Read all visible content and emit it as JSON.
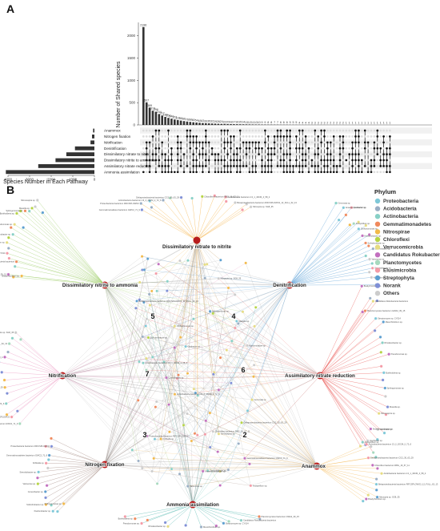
{
  "panel_a": {
    "letter": "A",
    "y_axis_title": "Number of Shared species",
    "x_axis_title": "Species Number in Each Pathway",
    "y_ticks": [
      "0",
      "500",
      "1000",
      "1500",
      "2000"
    ],
    "x_ticks": [
      "4000",
      "3000",
      "2000",
      "1000",
      "0"
    ],
    "pathways": [
      "Anammox",
      "Nitrogen fixation",
      "Nitrification",
      "Denitrification",
      "Dissimilatory nitrate to nitrite",
      "Dissimilatory nitrite to ammonia",
      "Assimilatory nitrate reduction",
      "Ammonia assimilation"
    ]
  },
  "chart_data": {
    "type": "bar",
    "intersection_values": [
      2196,
      507,
      389,
      319,
      296,
      244,
      212,
      180,
      158,
      140,
      122,
      110,
      98,
      86,
      76,
      68,
      60,
      54,
      48,
      43,
      39,
      35,
      32,
      29,
      26,
      24,
      22,
      20,
      18,
      17,
      16,
      15,
      14,
      13,
      12,
      11,
      10,
      10,
      9,
      9,
      8,
      8,
      7,
      7,
      6,
      6,
      6,
      5,
      5,
      5,
      4,
      4,
      4,
      4,
      3,
      3,
      3,
      3,
      3,
      2,
      2,
      2,
      2,
      2,
      2,
      1,
      1,
      1,
      1,
      1,
      1,
      1,
      1,
      1,
      1,
      1,
      1,
      1,
      1,
      1
    ],
    "intersection_labels_shown": [
      "2196",
      "507",
      "389",
      "319",
      "296",
      "244",
      "212",
      "180",
      "158",
      "140"
    ],
    "ylim": [
      0,
      2300
    ],
    "set_sizes": [
      60,
      110,
      180,
      900,
      1300,
      1800,
      2600,
      4100
    ],
    "set_xlim": [
      4000,
      0
    ]
  },
  "panel_b": {
    "letter": "B",
    "hubs": [
      {
        "id": "dnn",
        "label": "Dissimilatory nitrate to nitrite"
      },
      {
        "id": "dna",
        "label": "Dissimilatory nitrite to ammonia"
      },
      {
        "id": "den",
        "label": "Denitrification"
      },
      {
        "id": "nit",
        "label": "Nitrification"
      },
      {
        "id": "asr",
        "label": "Assimilatory nitrate reduction"
      },
      {
        "id": "nfx",
        "label": "Nitrogen fixation"
      },
      {
        "id": "anx",
        "label": "Anammox"
      },
      {
        "id": "amm",
        "label": "Ammonia assimilation"
      }
    ],
    "region_numbers": [
      "5",
      "4",
      "7",
      "6",
      "3",
      "2"
    ],
    "species_labels": [
      "Gemmatimonadetes bacterium GWC2_71_9",
      "Proteobacteria bacterium RIFCSPLOWO2",
      "Actinobacteria bacterium 13_2_20CM_2_72_6",
      "Deltaproteobacteria bacterium CG2_30_63_29",
      "Chloroflexi bacterium RBG_16_57_11",
      "Acidobacteria bacterium 13_1_40CM_4_58_4",
      "Betaproteobacteria bacterium RIFCSPLOWO2_12_FULL_62_13",
      "Nitrospira sp. SG8_35",
      "Bradyrhizobium sp.",
      "Planctomycetes bacterium GWA2_39_15",
      "Candidatus Rokubacteria bacterium",
      "Streptomyces sp. CY014",
      "Mesorhizobium sp.",
      "Rhodanobacter sp.",
      "Pseudomonas sp.",
      "Burkholderia sp.",
      "Sphingomonas sp.",
      "Massilia sp.",
      "Nitrosospira sp.",
      "Gemmata sp.",
      "Anaeromyxobacter sp.",
      "Geobacter sp.",
      "Azospirillum sp.",
      "Chthonomonas sp.",
      "Ktedonobacter sp.",
      "Solirubrobacter sp.",
      "Conexibacter sp.",
      "Variovorax sp.",
      "Steroidobacter sp.",
      "Kribbella sp."
    ]
  },
  "legend": {
    "title": "Phylum",
    "items": [
      {
        "name": "Proteobacteria",
        "color": "#7ec8d8"
      },
      {
        "name": "Acidobacteria",
        "color": "#9aaec4"
      },
      {
        "name": "Actinobacteria",
        "color": "#88d0c6"
      },
      {
        "name": "Gemmatimonadetes",
        "color": "#f08a5d"
      },
      {
        "name": "Nitrospirae",
        "color": "#f2b94a"
      },
      {
        "name": "Chloroflexi",
        "color": "#b6d445"
      },
      {
        "name": "Verrucomicrobia",
        "color": "#e6dc82"
      },
      {
        "name": "Candidatus Rokubacteria",
        "color": "#c26fbf"
      },
      {
        "name": "Planctomycetes",
        "color": "#a6d9be"
      },
      {
        "name": "Elusimicrobia",
        "color": "#f49aa6"
      },
      {
        "name": "Streptophyta",
        "color": "#5d9fd0"
      },
      {
        "name": "Norank",
        "color": "#7f8fd6"
      },
      {
        "name": "Others",
        "color": "#cccccc"
      }
    ]
  },
  "colors": {
    "hub": "#b71c1c",
    "bar": "#333333",
    "dot_on": "#111111",
    "dot_off": "#dddddd",
    "edge_dnn": "#f39c12",
    "edge_dna": "#8bc34a",
    "edge_den": "#3d8fd1",
    "edge_nit": "#e57ab0",
    "edge_asr": "#e53935",
    "edge_nfx": "#8d6e63",
    "edge_anx": "#f5b041",
    "edge_amm": "#26a69a",
    "edge_shared": "#9e9e9e"
  }
}
